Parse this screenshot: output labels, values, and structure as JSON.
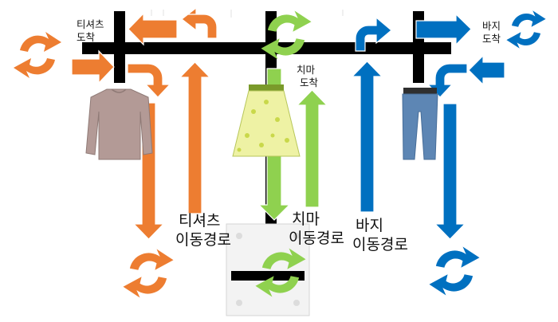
{
  "labels": {
    "tshirt_arrive": [
      "티셔츠",
      "도착"
    ],
    "skirt_arrive": [
      "치마",
      "도착"
    ],
    "pants_arrive": [
      "바지",
      "도착"
    ],
    "tshirt_route": [
      "티셔츠",
      "이동경로"
    ],
    "skirt_route": [
      "치마",
      "이동경로"
    ],
    "pants_route": [
      "바지",
      "이동경로"
    ]
  },
  "colors": {
    "tshirt": "#ED7D31",
    "skirt": "#8FD14F",
    "pants": "#0070C0",
    "rail": "#000000"
  },
  "icons": {
    "rotate": "rotate-arrows-icon",
    "shirt": "sweater-icon",
    "skirt": "skirt-icon",
    "pants": "jeans-icon",
    "device": "base-device-icon"
  }
}
